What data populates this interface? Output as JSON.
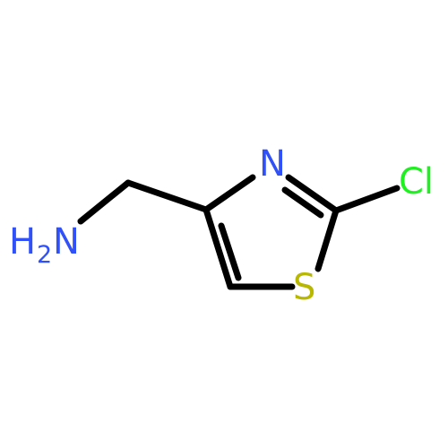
{
  "molecule": {
    "atoms": {
      "amine": {
        "main": "H",
        "subscript": "2",
        "tail": "N",
        "color": "#3050F8"
      },
      "ring_nitrogen": {
        "label": "N",
        "color": "#3050F8"
      },
      "sulfur": {
        "label": "S",
        "color": "#B8B800"
      },
      "chlorine": {
        "label": "Cl",
        "color": "#1FF01F"
      }
    },
    "bond_color": "#000000"
  }
}
